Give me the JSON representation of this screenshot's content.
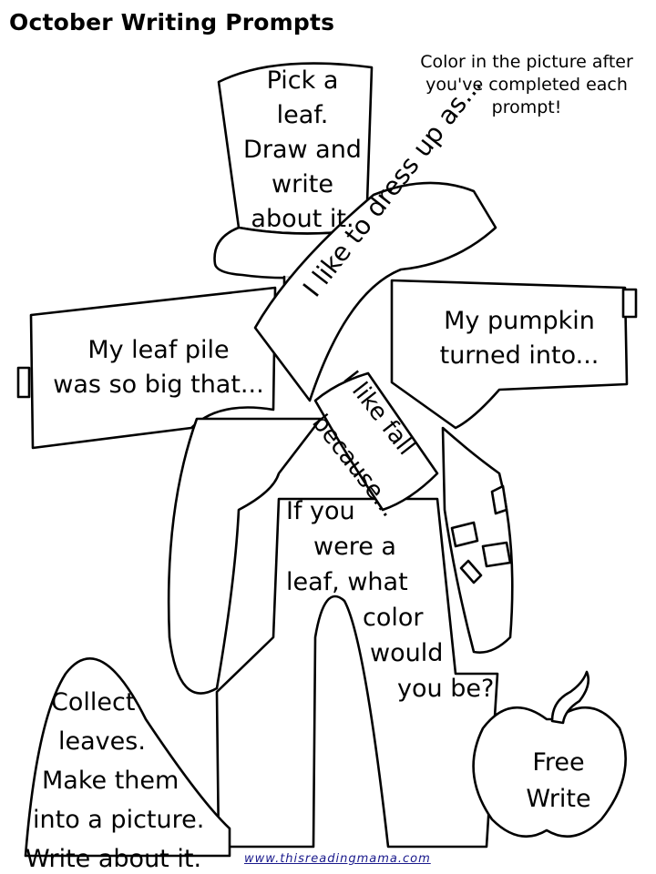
{
  "title": "October Writing Prompts",
  "instructions": "Color in the picture after you've completed each prompt!",
  "prompts": {
    "hat": [
      "Pick a",
      "leaf.",
      "Draw and",
      "write",
      "about it."
    ],
    "dress_up": "I like to dress up as...",
    "fall_line1": "I like fall",
    "fall_line2": "because...",
    "leaf_pile": [
      "My leaf pile",
      "was so big that..."
    ],
    "pumpkin": [
      "My pumpkin",
      "turned into..."
    ],
    "if_leaf": [
      "If you",
      "were a",
      "leaf, what",
      "color",
      "would",
      "you be?"
    ],
    "collect": [
      "Collect",
      "leaves.",
      "Make them",
      "into a picture.",
      "Write about it."
    ],
    "free_write": [
      "Free",
      "Write"
    ]
  },
  "credit": "www.thisreadingmama.com",
  "colors": {
    "ink": "#000000",
    "paper": "#ffffff",
    "credit": "#1a1a8c"
  }
}
